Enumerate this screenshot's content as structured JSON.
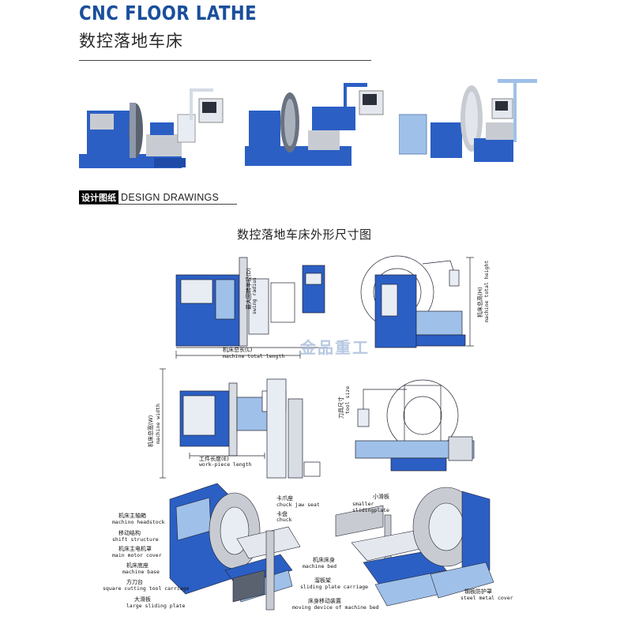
{
  "header": {
    "title_en": "CNC FLOOR LATHE",
    "title_cn": "数控落地车床"
  },
  "section": {
    "tag_cn": "设计图纸",
    "label_en": "DESIGN DRAWINGS"
  },
  "drawing": {
    "title_cn": "数控落地车床外形尺寸图",
    "dims": {
      "total_length_cn": "机床总长(L)",
      "total_length_en": "machine total length",
      "swing_radius_cn": "最大回转半径(D)",
      "swing_radius_en": "swing radius",
      "total_height_cn": "机床总高(H)",
      "total_height_en": "machine total height",
      "width_cn": "机床总宽(W)",
      "width_en": "machine width",
      "workpiece_length_cn": "工件长度(E)",
      "workpiece_length_en": "work-piece length",
      "tool_size_cn": "刀具尺寸",
      "tool_size_en": "tool size"
    },
    "watermark": "金品重工"
  },
  "parts_left": [
    {
      "cn": "机床主轴箱",
      "en": "machino headstock"
    },
    {
      "cn": "移动结构",
      "en": "shift structure"
    },
    {
      "cn": "机床主电机罩",
      "en": "main motor cover"
    },
    {
      "cn": "机床底座",
      "en": "machine base"
    },
    {
      "cn": "方刀台",
      "en": "square cutting tool carriage"
    },
    {
      "cn": "大滑板",
      "en": "large sliding plate"
    }
  ],
  "parts_mid": [
    {
      "cn": "卡爪座",
      "en": "chuck jaw seat"
    },
    {
      "cn": "卡盘",
      "en": "chuck"
    }
  ],
  "parts_right": [
    {
      "cn": "小滑板",
      "en": "smaller slidingplate"
    },
    {
      "cn": "机床床身",
      "en": "machine bed"
    },
    {
      "cn": "溜板架",
      "en": "sliding plate carriage"
    },
    {
      "cn": "床身移动装置",
      "en": "moving device of machine bed"
    },
    {
      "cn": "钢板防护罩",
      "en": "steel metal cover"
    }
  ],
  "colors": {
    "brand_blue": "#1a4f9c",
    "machine_blue": "#2b5fc4",
    "machine_light": "#9fc0e8",
    "machine_grey": "#c8ccd2"
  }
}
